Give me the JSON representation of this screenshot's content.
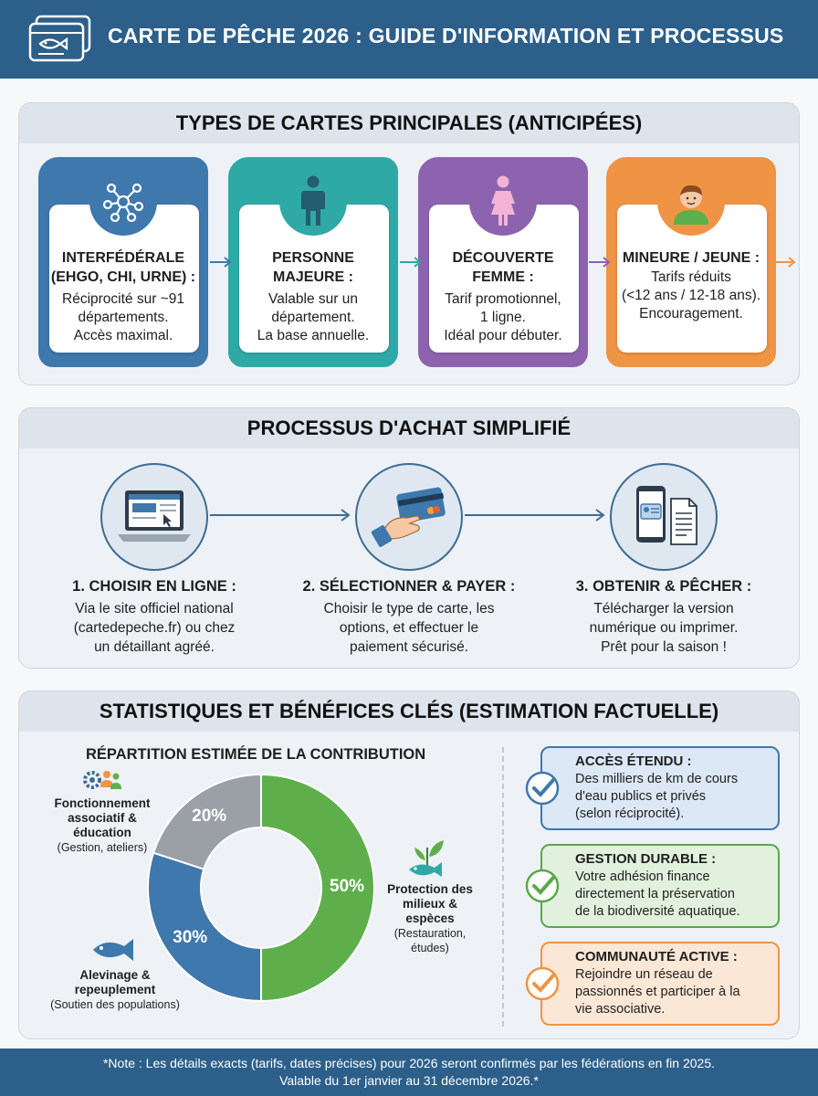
{
  "header": {
    "title": "CARTE DE PÊCHE 2026 : GUIDE D'INFORMATION ET PROCESSUS",
    "logo_icon": "fishing-card-icon"
  },
  "types": {
    "heading": "TYPES DE CARTES PRINCIPALES (ANTICIPÉES)",
    "cards": [
      {
        "title_l1": "INTERFÉDÉRALE",
        "title_l2": "(EHGO, CHI, URNE) :",
        "desc_l1": "Réciprocité sur ~91",
        "desc_l2": "départements.",
        "desc_l3": "Accès maximal.",
        "color": "#3e78ac",
        "icon": "network-icon"
      },
      {
        "title_l1": "PERSONNE",
        "title_l2": "MAJEURE :",
        "desc_l1": "Valable sur un",
        "desc_l2": "département.",
        "desc_l3": "La base annuelle.",
        "color": "#2fa9a6",
        "icon": "man-icon"
      },
      {
        "title_l1": "DÉCOUVERTE",
        "title_l2": "FEMME :",
        "desc_l1": "Tarif promotionnel,",
        "desc_l2": "1 ligne.",
        "desc_l3": "Idéal pour débuter.",
        "color": "#8d63b0",
        "icon": "woman-icon"
      },
      {
        "title_l1": "MINEURE / JEUNE :",
        "desc_l1": "Tarifs réduits",
        "desc_l2": "(<12 ans / 12-18 ans).",
        "desc_l3": "Encouragement.",
        "color": "#ef9444",
        "icon": "child-icon"
      }
    ]
  },
  "process": {
    "heading": "PROCESSUS D'ACHAT SIMPLIFIÉ",
    "steps": [
      {
        "title": "1. CHOISIR EN LIGNE :",
        "desc_l1": "Via le site officiel national",
        "desc_l2": "(cartedepeche.fr) ou chez",
        "desc_l3": "un détaillant agréé.",
        "icon": "laptop-icon"
      },
      {
        "title": "2. SÉLECTIONNER & PAYER :",
        "desc_l1": "Choisir le type de carte, les",
        "desc_l2": "options, et effectuer le",
        "desc_l3": "paiement sécurisé.",
        "icon": "credit-card-icon"
      },
      {
        "title": "3. OBTENIR & PÊCHER :",
        "desc_l1": "Télécharger la version",
        "desc_l2": "numérique ou imprimer.",
        "desc_l3": "Prêt pour la saison !",
        "icon": "phone-document-icon"
      }
    ]
  },
  "stats": {
    "heading": "STATISTIQUES ET BÉNÉFICES CLÉS (ESTIMATION FACTUELLE)",
    "donut_title": "RÉPARTITION ESTIMÉE DE LA CONTRIBUTION",
    "legend": {
      "fonctionnement": {
        "l1": "Fonctionnement",
        "l2": "associatif &",
        "l3": "éducation",
        "sub": "(Gestion, ateliers)"
      },
      "alevinage": {
        "l1": "Alevinage &",
        "l2": "repeuplement",
        "sub": "(Soutien des populations)"
      },
      "protection": {
        "l1": "Protection des",
        "l2": "milieux &",
        "l3": "espèces",
        "sub1": "(Restauration,",
        "sub2": "études)"
      }
    },
    "benefits": [
      {
        "title": "ACCÈS ÉTENDU :",
        "l1": "Des milliers de km de cours",
        "l2": "d'eau publics et privés",
        "l3": "(selon réciprocité).",
        "color": "#3e78ac",
        "bg": "#dce8f5"
      },
      {
        "title": "GESTION DURABLE :",
        "l1": "Votre adhésion finance",
        "l2": "directement la préservation",
        "l3": "de la biodiversité aquatique.",
        "color": "#5aa84a",
        "bg": "#e2f1dd"
      },
      {
        "title": "COMMUNAUTÉ ACTIVE :",
        "l1": "Rejoindre un réseau de",
        "l2": "passionnés et participer à la",
        "l3": "vie associative.",
        "color": "#ef9444",
        "bg": "#fbe7d6"
      }
    ]
  },
  "chart_data": {
    "type": "pie",
    "title": "RÉPARTITION ESTIMÉE DE LA CONTRIBUTION",
    "categories": [
      "Protection des milieux & espèces",
      "Alevinage & repeuplement",
      "Fonctionnement associatif & éducation"
    ],
    "values": [
      50,
      30,
      20
    ],
    "labels": [
      "50%",
      "30%",
      "20%"
    ],
    "colors": [
      "#5eaf4c",
      "#3e78ac",
      "#9aa0a6"
    ]
  },
  "footer": {
    "l1": "*Note : Les détails exacts (tarifs, dates précises) pour 2026 seront confirmés par les fédérations en fin 2025.",
    "l2": "Valable du 1er janvier au 31 décembre 2026.*"
  }
}
